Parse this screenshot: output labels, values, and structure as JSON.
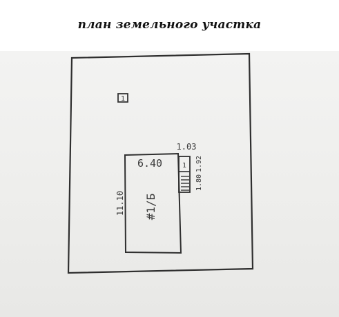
{
  "title": "план земельного участка",
  "plot_label": "1",
  "dimensions": {
    "house_width": "6.40",
    "house_length": "11.10",
    "porch_width": "1.03",
    "porch_length_top": "1.92",
    "porch_length_bottom": "1.80"
  },
  "house_label": "#1/Б",
  "porch_marker": "1",
  "colors": {
    "ink": "#2f2f2f",
    "paper": "#efefef"
  }
}
